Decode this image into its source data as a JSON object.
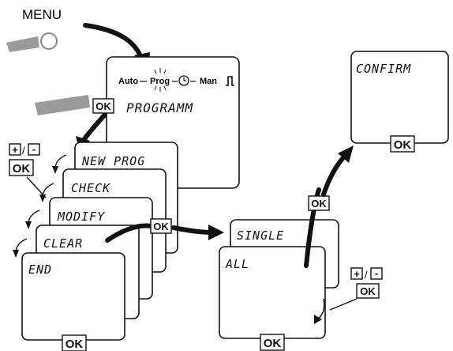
{
  "menu_label": "MENU",
  "mode_row": {
    "auto": "Auto",
    "prog": "Prog",
    "man": "Man",
    "pulse_symbol": "⎍"
  },
  "main_screen": "PROGRAMM",
  "menu_items": [
    "NEW PROG",
    "CHECK",
    "MODIFY",
    "CLEAR",
    "END"
  ],
  "sub_items": [
    "SINGLE",
    "ALL"
  ],
  "confirm_screen": "CONFIRM",
  "buttons": {
    "ok": "OK",
    "plus": "+",
    "minus": "-",
    "separator": "/"
  }
}
